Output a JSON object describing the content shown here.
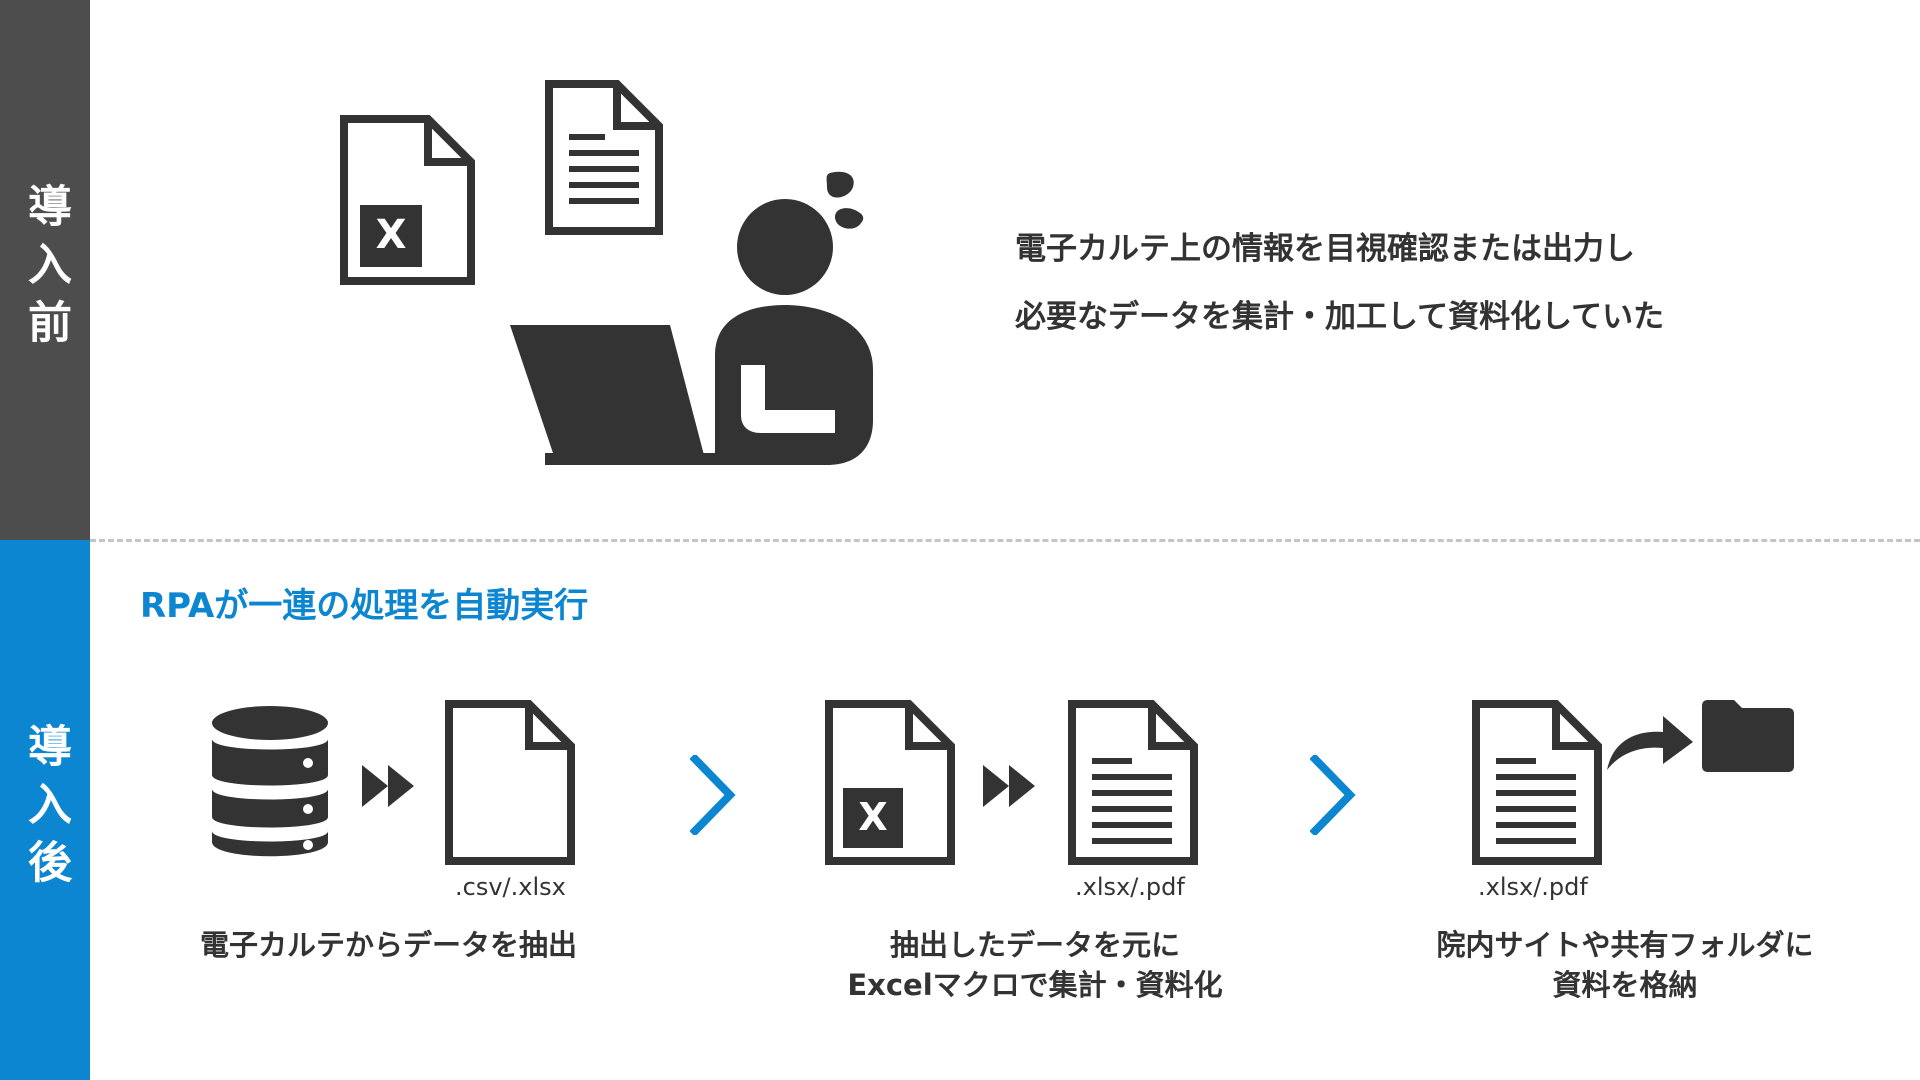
{
  "before": {
    "label": "導入前",
    "line1": "電子カルテ上の情報を目視確認または出力し",
    "line2": "必要なデータを集計・加工して資料化していた"
  },
  "after": {
    "label": "導入後",
    "title": "RPAが一連の処理を自動実行",
    "steps": [
      {
        "ext": ".csv/.xlsx",
        "caption_lines": [
          "電子カルテからデータを抽出"
        ]
      },
      {
        "ext": ".xlsx/.pdf",
        "caption_lines": [
          "抽出したデータを元に",
          "Excelマクロで集計・資料化"
        ]
      },
      {
        "ext": ".xlsx/.pdf",
        "caption_lines": [
          "院内サイトや共有フォルダに",
          "資料を格納"
        ]
      }
    ]
  },
  "icons": {
    "excel_letter": "X",
    "names": [
      "excel-file-icon",
      "document-icon",
      "person-at-laptop-icon",
      "database-icon",
      "double-arrow-icon",
      "blank-file-icon",
      "chevron-right-icon",
      "share-arrow-icon",
      "folder-icon"
    ]
  },
  "colors": {
    "accent": "#0d86d1",
    "dark_band": "#4d4d4d",
    "icon": "#333333",
    "divider": "#c4c4c4"
  }
}
